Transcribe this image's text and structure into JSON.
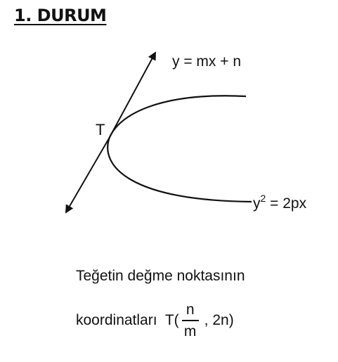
{
  "title": "1. DURUM",
  "diagram": {
    "line_label": "y = mx + n",
    "point_label": "T",
    "parabola_label_prefix": "y",
    "parabola_label_exp": "2",
    "parabola_label_suffix": " = 2px",
    "colors": {
      "stroke": "#111111",
      "background": "#ffffff"
    }
  },
  "caption": {
    "line1": "Teğetin değme noktasının",
    "line2_prefix": "koordinatları  T(",
    "fraction_numerator": "n",
    "fraction_denominator": "m",
    "line2_suffix": ", 2n)"
  }
}
